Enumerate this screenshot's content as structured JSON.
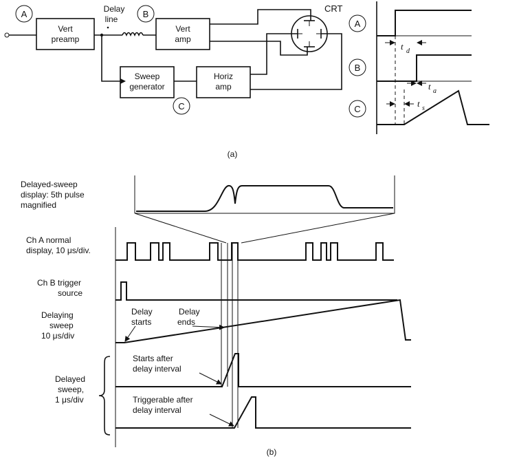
{
  "part_a": {
    "caption": "(a)",
    "nodes": {
      "a": "A",
      "b": "B",
      "c": "C"
    },
    "blocks": {
      "vert_preamp": [
        "Vert",
        "preamp"
      ],
      "delay_line": [
        "Delay",
        "line"
      ],
      "vert_amp": [
        "Vert",
        "amp"
      ],
      "sweep_generator": [
        "Sweep",
        "generator"
      ],
      "horiz_amp": [
        "Horiz",
        "amp"
      ],
      "crt": "CRT"
    },
    "timing": {
      "td": "t",
      "td_sub": "d",
      "ta": "t",
      "ta_sub": "a",
      "ts": "t",
      "ts_sub": "s"
    }
  },
  "part_b": {
    "caption": "(b)",
    "delayed_sweep_display": [
      "Delayed-sweep",
      "display:  5th pulse",
      "magnified"
    ],
    "ch_a": [
      "Ch A normal",
      "display, 10 μs/div."
    ],
    "ch_b": [
      "Ch B trigger",
      "source"
    ],
    "delaying_sweep": [
      "Delaying",
      "sweep",
      "10 μs/div"
    ],
    "delay_starts": [
      "Delay",
      "starts"
    ],
    "delay_ends": [
      "Delay",
      "ends"
    ],
    "delayed_sweep": [
      "Delayed",
      "sweep,",
      "1 μs/div"
    ],
    "starts_after": [
      "Starts after",
      "delay interval"
    ],
    "triggerable_after": [
      "Triggerable after",
      "delay interval"
    ]
  }
}
